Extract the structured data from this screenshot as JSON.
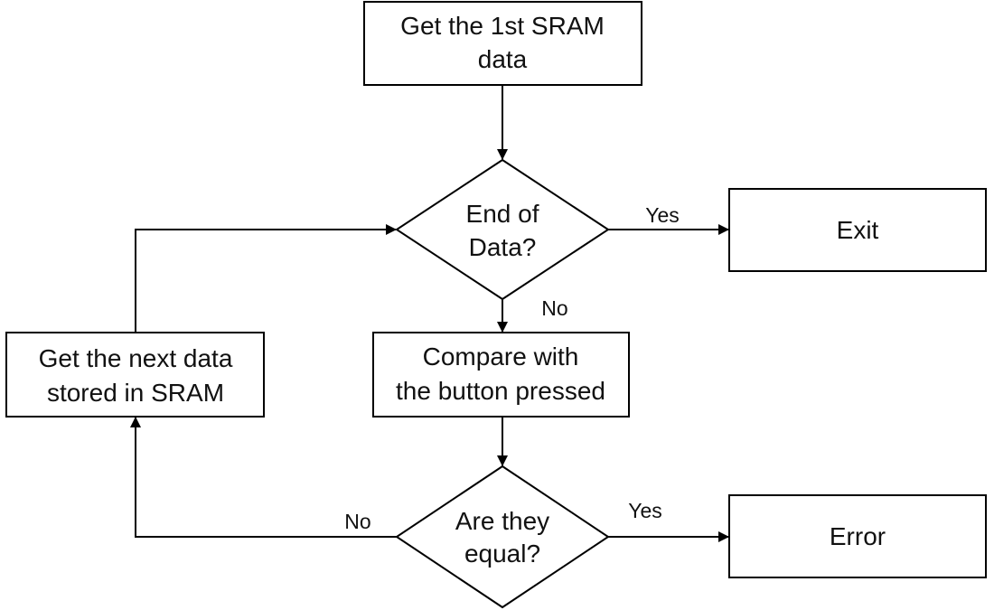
{
  "diagram": {
    "colors": {
      "stroke": "#000000",
      "fill": "#ffffff",
      "text": "#111111"
    },
    "nodes": {
      "start": {
        "line1": "Get the 1st SRAM",
        "line2": "data"
      },
      "end_check": {
        "line1": "End of",
        "line2": "Data?"
      },
      "exit": {
        "label": "Exit"
      },
      "compare": {
        "line1": "Compare with",
        "line2": "the button pressed"
      },
      "next": {
        "line1": "Get the next data",
        "line2": "stored in SRAM"
      },
      "equal_check": {
        "line1": "Are they",
        "line2": "equal?"
      },
      "error": {
        "label": "Error"
      }
    },
    "edges": {
      "end_yes": "Yes",
      "end_no": "No",
      "equal_yes": "Yes",
      "equal_no": "No"
    }
  }
}
